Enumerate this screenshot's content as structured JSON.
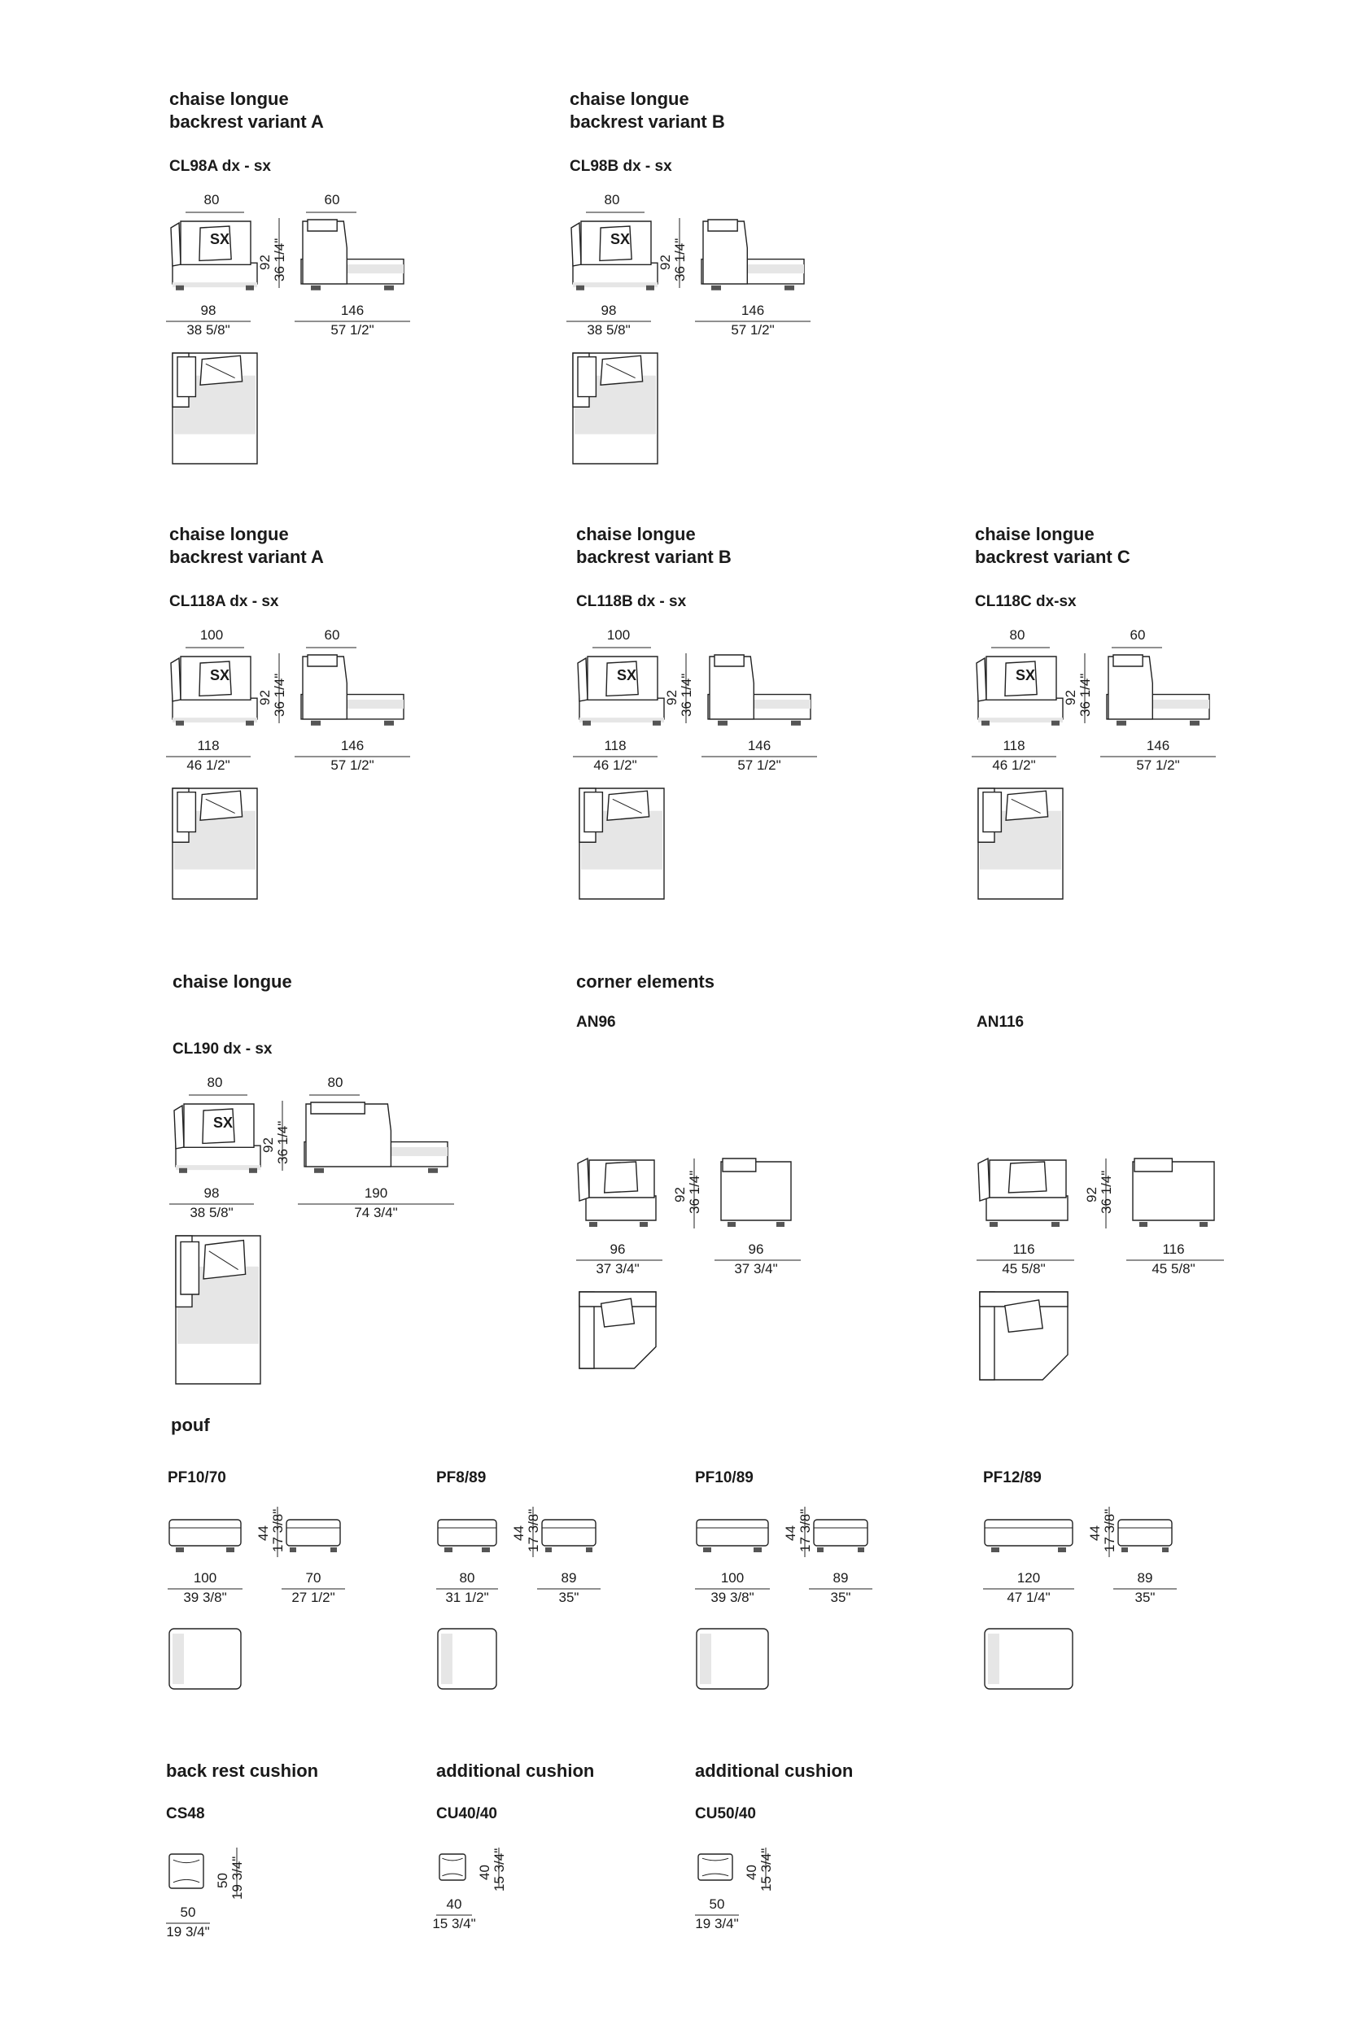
{
  "sections": [
    {
      "id": "cl98",
      "items": [
        {
          "title1": "chaise longue",
          "title2": "backrest variant A",
          "code": "CL98A  dx - sx",
          "front_top": "80",
          "side_top": "60",
          "height_cm": "92",
          "height_in": "36 1/4\"",
          "front_w_cm": "98",
          "front_w_in": "38 5/8\"",
          "side_w_cm": "146",
          "side_w_in": "57 1/2\"",
          "mark": "SX"
        },
        {
          "title1": "chaise longue",
          "title2": "backrest variant B",
          "code": "CL98B  dx - sx",
          "front_top": "80",
          "side_top": "",
          "height_cm": "92",
          "height_in": "36 1/4\"",
          "front_w_cm": "98",
          "front_w_in": "38 5/8\"",
          "side_w_cm": "146",
          "side_w_in": "57 1/2\"",
          "mark": "SX"
        }
      ]
    },
    {
      "id": "cl118",
      "items": [
        {
          "title1": "chaise longue",
          "title2": "backrest variant A",
          "code": "CL118A  dx - sx",
          "front_top": "100",
          "side_top": "60",
          "height_cm": "92",
          "height_in": "36 1/4\"",
          "front_w_cm": "118",
          "front_w_in": "46 1/2\"",
          "side_w_cm": "146",
          "side_w_in": "57 1/2\"",
          "mark": "SX"
        },
        {
          "title1": "chaise longue",
          "title2": "backrest variant B",
          "code": "CL118B  dx - sx",
          "front_top": "100",
          "side_top": "",
          "height_cm": "92",
          "height_in": "36 1/4\"",
          "front_w_cm": "118",
          "front_w_in": "46 1/2\"",
          "side_w_cm": "146",
          "side_w_in": "57 1/2\"",
          "mark": "SX"
        },
        {
          "title1": "chaise longue",
          "title2": "backrest variant C",
          "code": "CL118C  dx-sx",
          "front_top": "80",
          "side_top": "60",
          "height_cm": "92",
          "height_in": "36 1/4\"",
          "front_w_cm": "118",
          "front_w_in": "46 1/2\"",
          "side_w_cm": "146",
          "side_w_in": "57 1/2\"",
          "mark": "SX"
        }
      ]
    },
    {
      "id": "cl190",
      "item": {
        "title1": "chaise longue",
        "code": "CL190  dx - sx",
        "front_top": "80",
        "side_top": "80",
        "height_cm": "92",
        "height_in": "36 1/4\"",
        "front_w_cm": "98",
        "front_w_in": "38 5/8\"",
        "side_w_cm": "190",
        "side_w_in": "74 3/4\"",
        "mark": "SX"
      }
    },
    {
      "id": "corner",
      "title": "corner elements",
      "items": [
        {
          "code": "AN96",
          "height_cm": "92",
          "height_in": "36 1/4\"",
          "front_w_cm": "96",
          "front_w_in": "37 3/4\"",
          "side_w_cm": "96",
          "side_w_in": "37 3/4\""
        },
        {
          "code": "AN116",
          "height_cm": "92",
          "height_in": "36 1/4\"",
          "front_w_cm": "116",
          "front_w_in": "45 5/8\"",
          "side_w_cm": "116",
          "side_w_in": "45 5/8\""
        }
      ]
    },
    {
      "id": "pouf",
      "title": "pouf",
      "items": [
        {
          "code": "PF10/70",
          "height_cm": "44",
          "height_in": "17 3/8\"",
          "front_w_cm": "100",
          "front_w_in": "39 3/8\"",
          "side_w_cm": "70",
          "side_w_in": "27 1/2\""
        },
        {
          "code": "PF8/89",
          "height_cm": "44",
          "height_in": "17 3/8\"",
          "front_w_cm": "80",
          "front_w_in": "31 1/2\"",
          "side_w_cm": "89",
          "side_w_in": "35\""
        },
        {
          "code": "PF10/89",
          "height_cm": "44",
          "height_in": "17 3/8\"",
          "front_w_cm": "100",
          "front_w_in": "39 3/8\"",
          "side_w_cm": "89",
          "side_w_in": "35\""
        },
        {
          "code": "PF12/89",
          "height_cm": "44",
          "height_in": "17 3/8\"",
          "front_w_cm": "120",
          "front_w_in": "47 1/4\"",
          "side_w_cm": "89",
          "side_w_in": "35\""
        }
      ]
    },
    {
      "id": "cushions",
      "items": [
        {
          "title": "back rest cushion",
          "code": "CS48",
          "h_cm": "50",
          "h_in": "19 3/4\"",
          "w_cm": "50",
          "w_in": "19 3/4\""
        },
        {
          "title": "additional cushion",
          "code": "CU40/40",
          "h_cm": "40",
          "h_in": "15 3/4\"",
          "w_cm": "40",
          "w_in": "15 3/4\""
        },
        {
          "title": "additional cushion",
          "code": "CU50/40",
          "h_cm": "40",
          "h_in": "15 3/4\"",
          "w_cm": "50",
          "w_in": "19 3/4\""
        }
      ]
    }
  ]
}
